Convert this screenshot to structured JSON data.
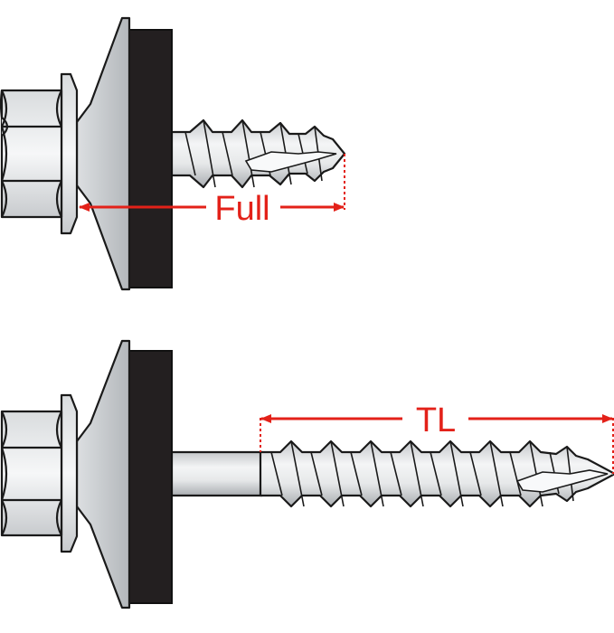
{
  "diagram": {
    "screws": [
      {
        "id": "full-thread-screw",
        "dimension_label": "Full"
      },
      {
        "id": "partial-thread-screw",
        "dimension_label": "TL"
      }
    ],
    "colors": {
      "dimension": "#e32119",
      "washer_rubber": "#231f20",
      "metal_light": "#e8e9ea",
      "metal_shade": "#b9bcbf",
      "washer_face": "#cdd0d2"
    }
  }
}
